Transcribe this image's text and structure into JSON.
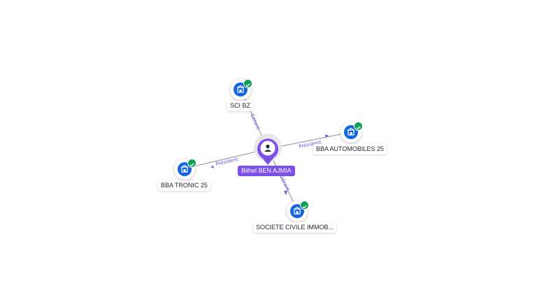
{
  "center": {
    "name": "Bilhel BEN AJMIA",
    "icon": "person-icon",
    "color": "#7b4fe8"
  },
  "companies": [
    {
      "name": "SCI BZ",
      "relation": "Gérant",
      "icon": "building-icon",
      "verified": true
    },
    {
      "name": "BBA AUTOMOBILES 25",
      "relation": "Président",
      "icon": "building-icon",
      "verified": true
    },
    {
      "name": "BBA TRONIC 25",
      "relation": "Président",
      "icon": "building-icon",
      "verified": true
    },
    {
      "name": "SOCIETE CIVILE IMMOB...",
      "relation": "Gérant",
      "icon": "building-icon",
      "verified": true
    }
  ],
  "colors": {
    "accent": "#7b4fe8",
    "company": "#1565e0",
    "verified": "#0f9d58",
    "edge_label": "#6b57e0"
  }
}
